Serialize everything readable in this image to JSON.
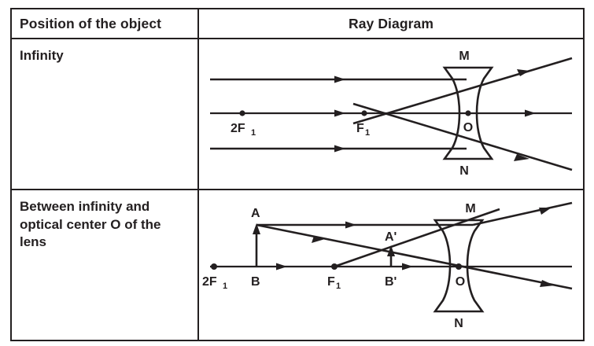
{
  "table": {
    "header": {
      "col1": "Position of the object",
      "col2": "Ray Diagram"
    },
    "rows": [
      {
        "position": "Infinity",
        "diagram": {
          "name": "concave-lens-object-at-infinity",
          "lens_type": "concave",
          "labels": {
            "lens_top": "M",
            "lens_bottom": "N",
            "optical_center": "O",
            "focus": "F",
            "focus_sub": "1",
            "double_focus": "2F",
            "double_focus_sub": "1"
          },
          "description": "Parallel rays from infinity diverge after the concave lens and appear to come from F1"
        }
      },
      {
        "position": "Between infinity and optical center O of the lens",
        "diagram": {
          "name": "concave-lens-object-between-infinity-and-O",
          "lens_type": "concave",
          "labels": {
            "lens_top": "M",
            "lens_bottom": "N",
            "optical_center": "O",
            "focus": "F",
            "focus_sub": "1",
            "double_focus": "2F",
            "double_focus_sub": "1",
            "object_top": "A",
            "object_base": "B",
            "image_top": "A'",
            "image_base": "B'"
          },
          "description": "Object AB between infinity and O forms a virtual, erect, diminished image A'B' between F1 and O"
        }
      }
    ]
  },
  "colors": {
    "ink": "#231f20",
    "background": "#ffffff",
    "border": "#231f20"
  }
}
